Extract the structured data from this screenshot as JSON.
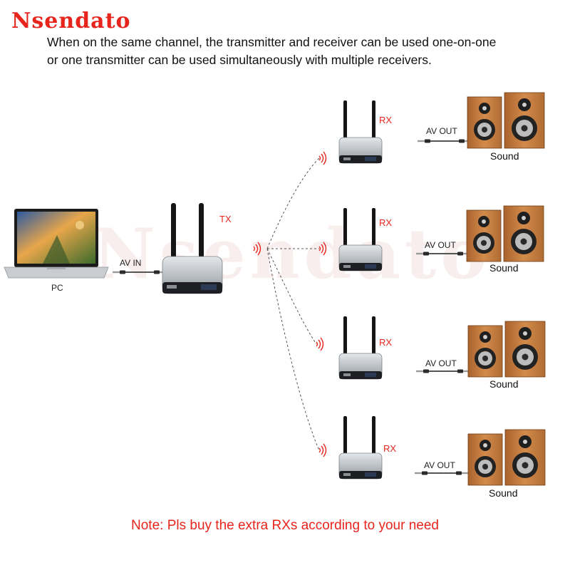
{
  "brand": {
    "name": "Nsendato",
    "color": "#e8251d"
  },
  "intro": {
    "line1": "When on the same channel, the transmitter and receiver can be used one-on-one",
    "line2": "or one transmitter can be used simultaneously with multiple receivers."
  },
  "pc": {
    "label": "PC",
    "cable_label": "AV IN"
  },
  "transmitter": {
    "label": "TX"
  },
  "receivers": [
    {
      "label": "RX",
      "cable_label": "AV OUT",
      "speaker_label": "Sound"
    },
    {
      "label": "RX",
      "cable_label": "AV OUT",
      "speaker_label": "Sound"
    },
    {
      "label": "RX",
      "cable_label": "AV OUT",
      "speaker_label": "Sound"
    },
    {
      "label": "RX",
      "cable_label": "AV OUT",
      "speaker_label": "Sound"
    }
  ],
  "note": "Note:  Pls buy the extra RXs according to your need",
  "colors": {
    "accent": "#e8251d",
    "device_body": "#b7bcc1",
    "speaker_wood": "#c47a3e"
  }
}
